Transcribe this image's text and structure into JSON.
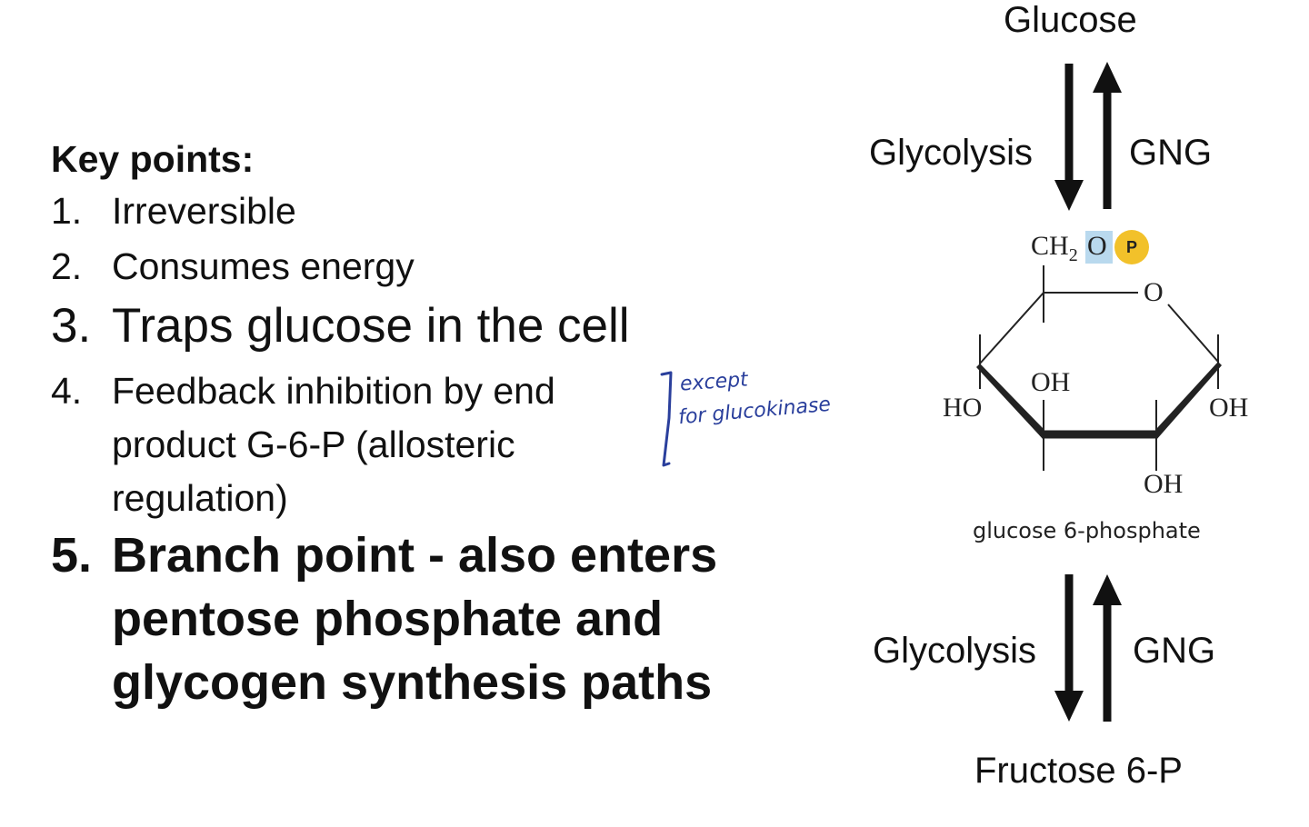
{
  "key_points": {
    "title": "Key points:",
    "items": [
      {
        "num": "1.",
        "lines": [
          "Irreversible"
        ]
      },
      {
        "num": "2.",
        "lines": [
          "Consumes energy"
        ]
      },
      {
        "num": "3.",
        "lines": [
          "Traps glucose in the cell"
        ]
      },
      {
        "num": "4.",
        "lines": [
          "Feedback inhibition by end",
          "product G-6-P (allosteric",
          "regulation)"
        ]
      },
      {
        "num": "5.",
        "lines": [
          "Branch point - also enters",
          "pentose phosphate and",
          "glycogen synthesis paths"
        ]
      }
    ],
    "handwritten_note": [
      "except",
      "for glucokinase"
    ]
  },
  "pathway": {
    "top_metabolite": "Glucose",
    "step1": {
      "forward": "Glycolysis",
      "reverse": "GNG"
    },
    "middle_metabolite": "glucose 6-phosphate",
    "step2": {
      "forward": "Glycolysis",
      "reverse": "GNG"
    },
    "bottom_metabolite": "Fructose 6-P"
  },
  "molecule": {
    "ch2": "CH",
    "subscript": "2",
    "o_link": "O",
    "phosphate": "P",
    "ring_o": "O",
    "oh_top": "OH",
    "ho_left": "HO",
    "oh_right": "OH",
    "oh_bottom": "OH"
  },
  "colors": {
    "phosphate": "#f2c12a",
    "oxygen_highlight": "#b9d9ee",
    "handwriting": "#2a3f9c"
  }
}
